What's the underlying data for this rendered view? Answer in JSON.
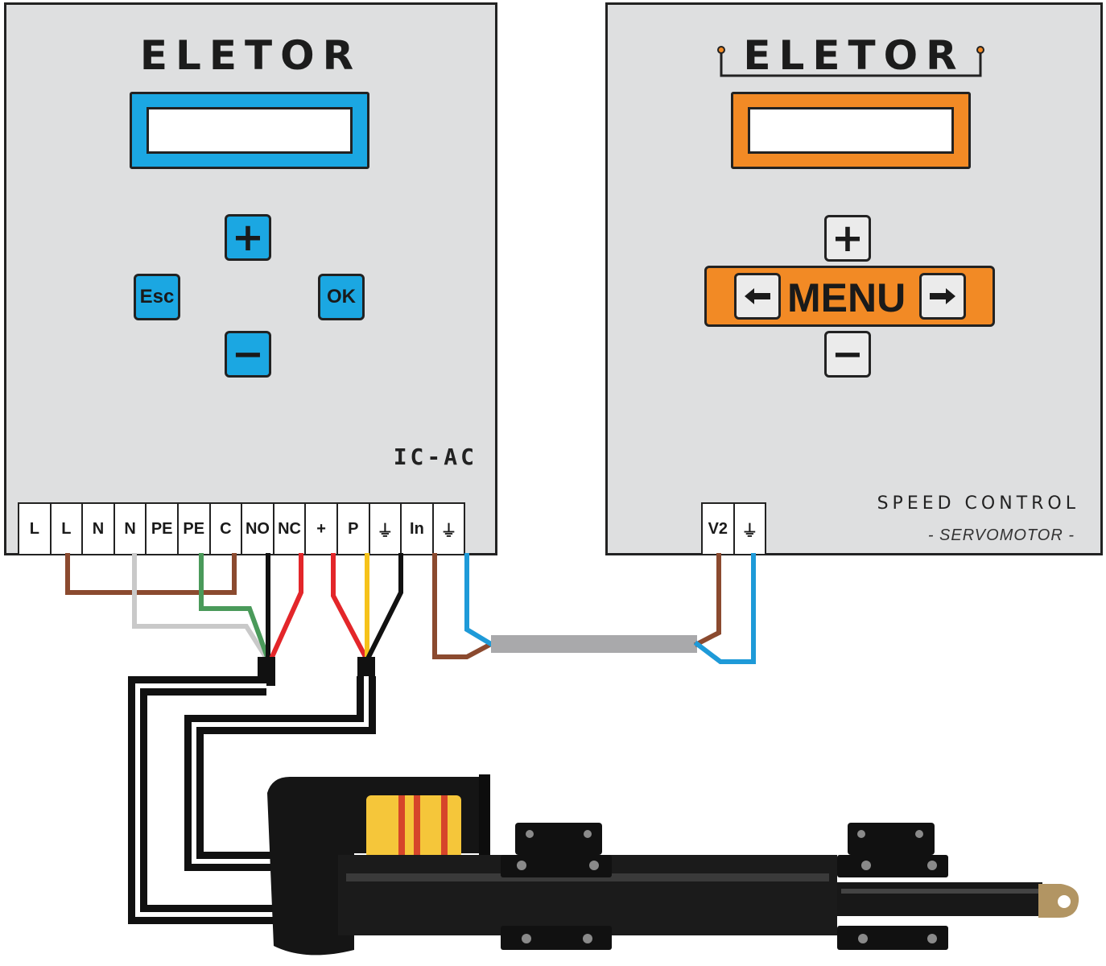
{
  "controller_left": {
    "brand": "ELETOR",
    "model": "IC-AC",
    "display_color": "#1ba7e2",
    "keys": {
      "plus": "+",
      "minus": "−",
      "esc": "Esc",
      "ok": "OK"
    },
    "terminals": [
      "L",
      "L",
      "N",
      "N",
      "PE",
      "PE",
      "C",
      "NO",
      "NC",
      "+",
      "P",
      "⏚",
      "In",
      "⏚"
    ]
  },
  "controller_right": {
    "brand": "ELETOR",
    "display_color": "#f28a25",
    "keys": {
      "plus": "+",
      "minus": "−",
      "left": "🡐",
      "right": "🡒",
      "menu": "MENU"
    },
    "title": "SPEED CONTROL",
    "subtitle": "- SERVOMOTOR -",
    "terminals": [
      "V2",
      "⏚"
    ]
  },
  "wire_colors": {
    "brown": "#8b4a2f",
    "grey": "#c9c9c9",
    "green": "#4a9a5a",
    "black": "#111111",
    "red": "#e3262a",
    "yellow": "#f6c21a",
    "blue": "#1e9ad8",
    "cable_grey": "#a9a9ab"
  }
}
